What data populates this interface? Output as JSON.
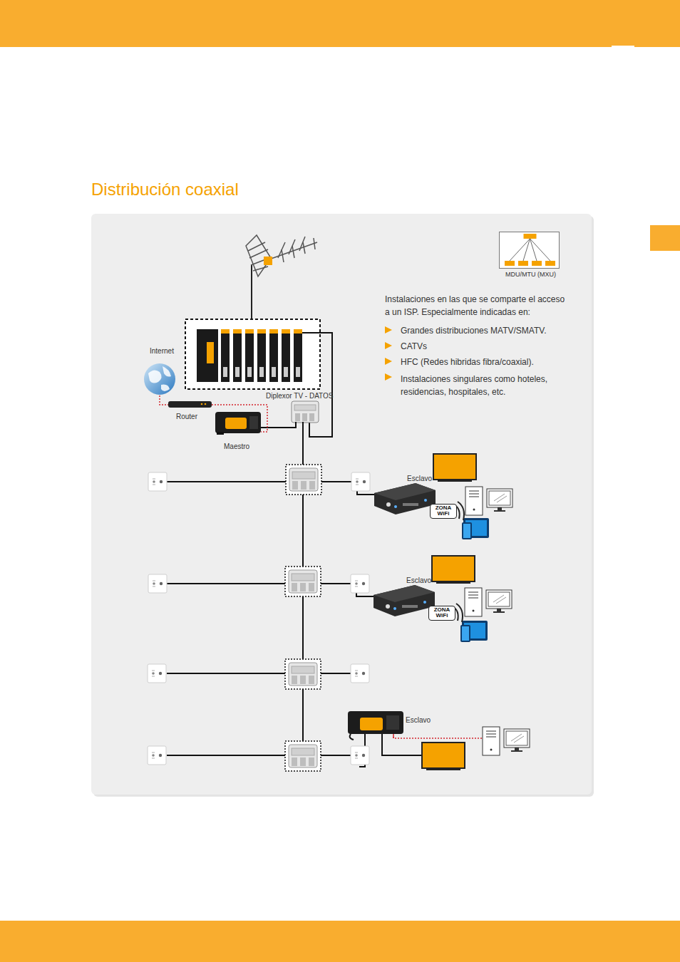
{
  "diagram": {
    "title": "Distribución coaxial",
    "nodes": [
      {
        "text": [
          "MDU/MTU (MXU)"
        ]
      }
    ],
    "labels": [
      "Instalaciones en las que se comparte el acceso a un ISP. Especialmente indicadas en:",
      "Grandes distribuciones MATV/SMATV.",
      "CATVs",
      "HFC (Redes hibridas fibra/coaxial).",
      "Instalaciones singulares como hoteles, residencias, hospitales, etc.",
      "Internet",
      "Diplexor TV - DATOS",
      "Router",
      "Maestro",
      "Esclavo",
      "ZONA WiFi",
      "Esclavo",
      "ZONA WiFi",
      "Esclavo"
    ]
  }
}
